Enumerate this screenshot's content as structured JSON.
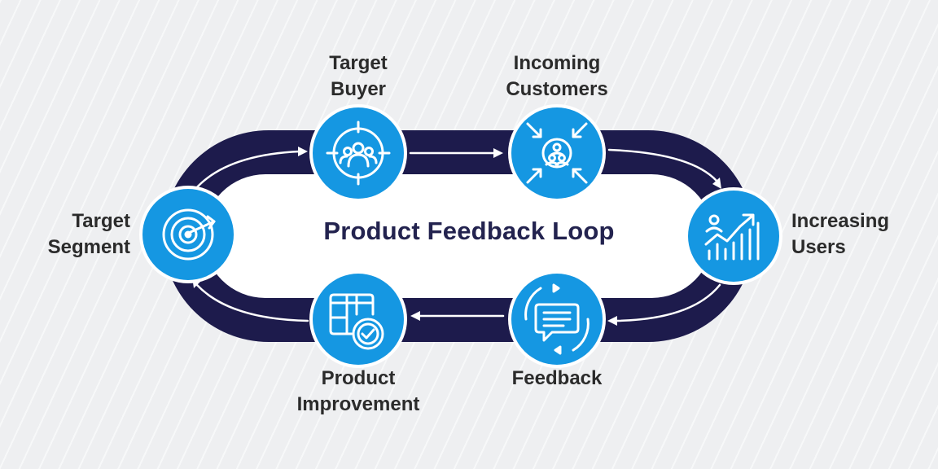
{
  "title": "Product Feedback Loop",
  "colors": {
    "background": "#eeeff1",
    "track": "#1d1b4c",
    "inner": "#ffffff",
    "node": "#1597e2",
    "node_ring": "#ffffff",
    "arrow": "#ffffff",
    "title": "#23234f",
    "label": "#2b2b2b"
  },
  "stages": [
    {
      "id": "target-segment",
      "line1": "Target",
      "line2": "Segment",
      "icon": "target-arrow-icon"
    },
    {
      "id": "target-buyer",
      "line1": "Target",
      "line2": "Buyer",
      "icon": "crosshair-group-icon"
    },
    {
      "id": "incoming-customers",
      "line1": "Incoming",
      "line2": "Customers",
      "icon": "inward-arrows-people-icon"
    },
    {
      "id": "increasing-users",
      "line1": "Increasing",
      "line2": "Users",
      "icon": "growth-chart-icon"
    },
    {
      "id": "feedback",
      "line1": "Feedback",
      "line2": "",
      "icon": "chat-cycle-icon"
    },
    {
      "id": "product-improvement",
      "line1": "Product",
      "line2": "Improvement",
      "icon": "box-badge-icon"
    }
  ],
  "flow_order": [
    "target-segment",
    "target-buyer",
    "incoming-customers",
    "increasing-users",
    "feedback",
    "product-improvement"
  ]
}
